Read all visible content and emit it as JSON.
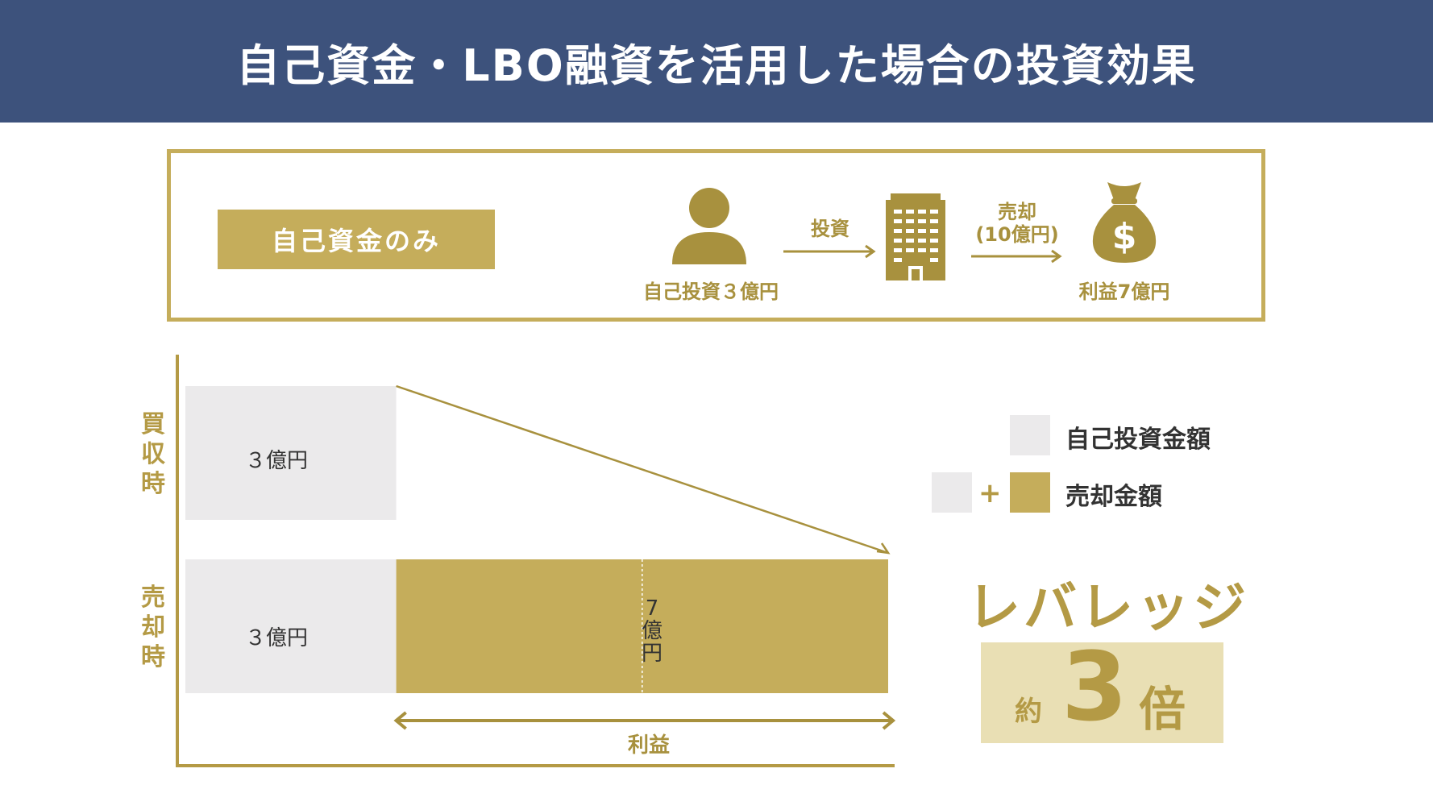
{
  "header": {
    "title": "自己資金・LBO融資を活用した場合の投資効果"
  },
  "panel": {
    "label": "自己資金のみ",
    "investor_caption": "自己投資３億円",
    "invest_arrow_label": "投資",
    "sale_arrow_label_line1": "売却",
    "sale_arrow_label_line2": "(10億円)",
    "profit_caption": "利益7億円"
  },
  "chart": {
    "row_labels": {
      "acquisition": [
        "買",
        "収",
        "時"
      ],
      "sale": [
        "売",
        "却",
        "時"
      ]
    },
    "acquisition_equity_label": "３億円",
    "sale_equity_label": "３億円",
    "sale_profit_label": [
      "7",
      "億",
      "円"
    ],
    "profit_axis_label": "利益"
  },
  "chart_data": {
    "type": "bar",
    "orientation": "horizontal",
    "stacked": true,
    "categories": [
      "買収時",
      "売却時"
    ],
    "series": [
      {
        "name": "自己投資金額",
        "values": [
          3,
          3
        ],
        "color": "#ebeaeb"
      },
      {
        "name": "売却金額",
        "values": [
          0,
          7
        ],
        "color": "#c5ad5b"
      }
    ],
    "unit": "億円",
    "xlim": [
      0,
      10
    ]
  },
  "legend": {
    "items": [
      {
        "label": "自己投資金額",
        "color": "#ebeaeb"
      },
      {
        "plus": "+",
        "label": "売却金額",
        "color": "#c5ad5b"
      }
    ]
  },
  "leverage": {
    "title": "レバレッジ",
    "prefix": "約",
    "number": "3",
    "suffix": "倍"
  },
  "colors": {
    "header_bg": "#3d527c",
    "gold": "#c5ad5b",
    "gold_dark": "#a8913e",
    "light_gold": "#e9dfb4",
    "gray_bar": "#ebeaeb"
  },
  "icons": [
    "person-icon",
    "building-icon",
    "money-bag-icon",
    "arrow-right-icon",
    "double-arrow-icon"
  ]
}
